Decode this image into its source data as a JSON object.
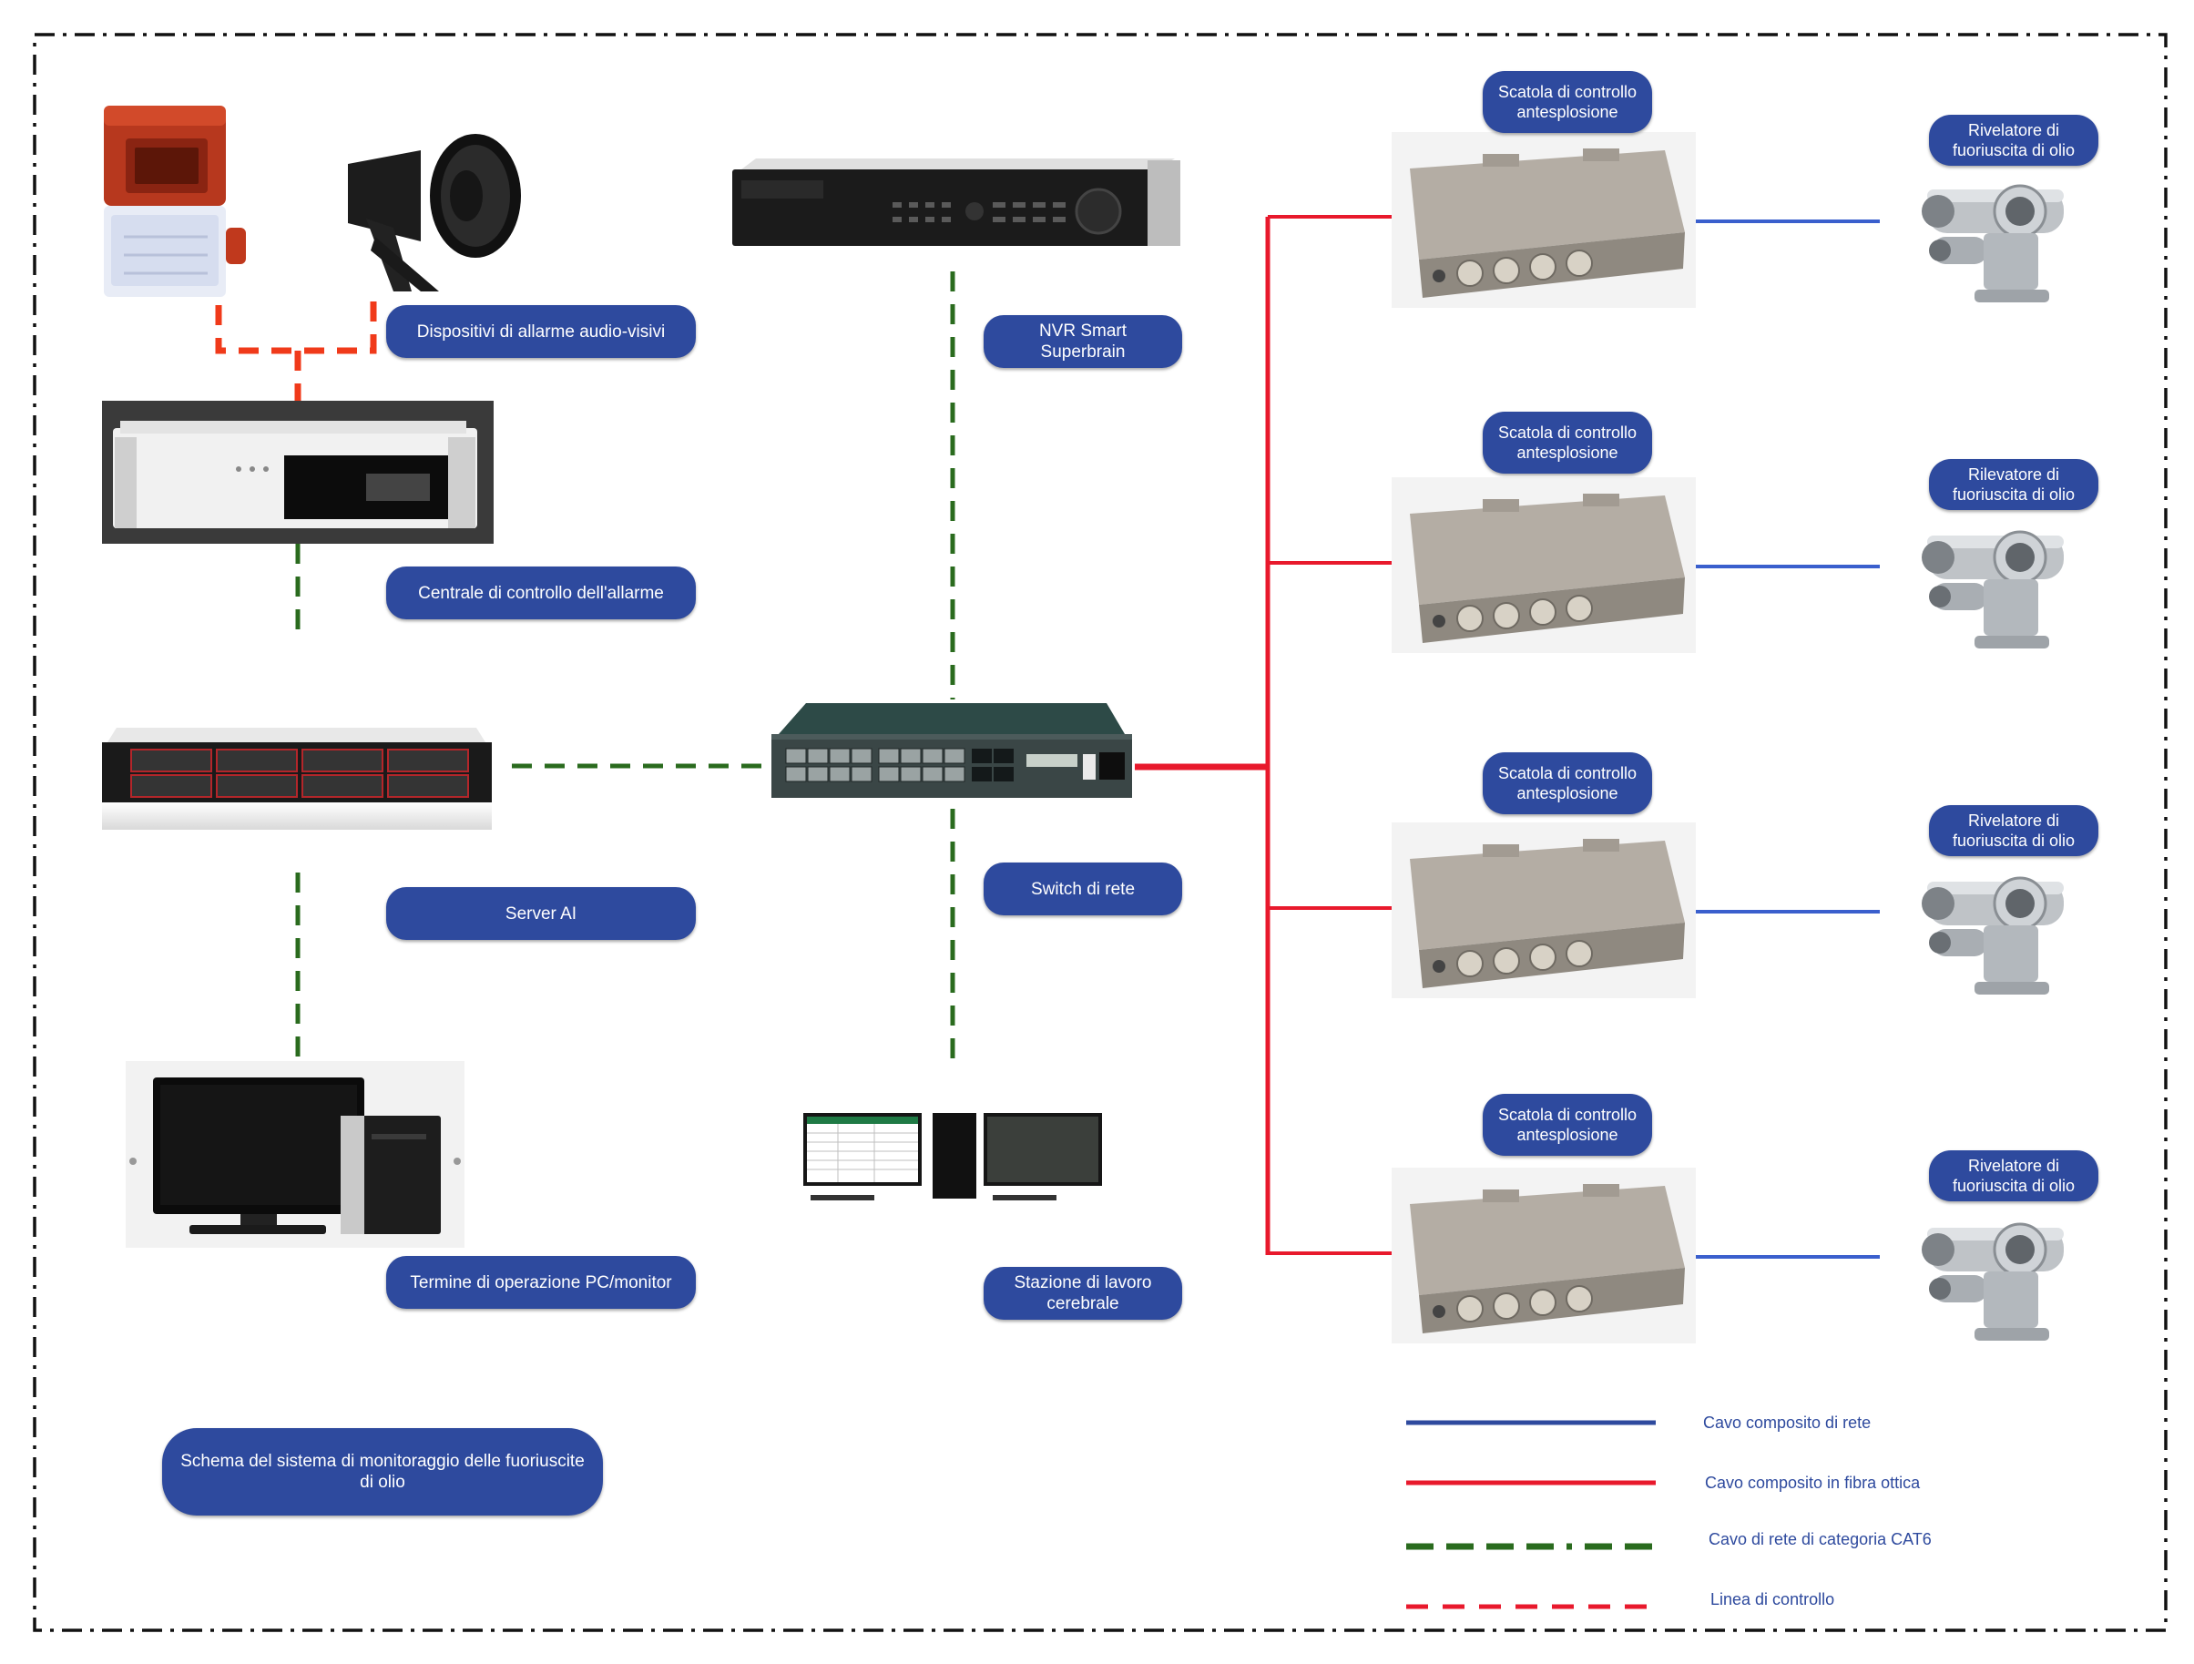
{
  "colors": {
    "label_bg": "#2e4a9e",
    "network_cable": "#3a5fcd",
    "fiber_cable": "#e8192c",
    "cat6_cable": "#2a6b1e",
    "control_line": "#e8192c",
    "alarm_control_line": "#f03a1a"
  },
  "labels": {
    "alarm_devices": "Dispositivi di allarme audio-visivi",
    "alarm_control": "Centrale di controllo dell'allarme",
    "ai_server": "Server AI",
    "pc_terminal": "Termine di operazione PC/monitor",
    "nvr": "NVR Smart Superbrain",
    "switch": "Switch di rete",
    "workstation": "Stazione di lavoro cerebrale",
    "diagram_title": "Schema del sistema di monitoraggio delle fuoriuscite di olio"
  },
  "junction_boxes": [
    "Scatola di controllo antesplosione",
    "Scatola di controllo antesplosione",
    "Scatola di controllo antesplosione",
    "Scatola di controllo antesplosione"
  ],
  "detectors": [
    "Rivelatore di fuoriuscita di olio",
    "Rilevatore di fuoriuscita di olio",
    "Rivelatore di fuoriuscita di olio",
    "Rivelatore di fuoriuscita di olio"
  ],
  "legend": [
    {
      "label": "Cavo composito di rete",
      "style": "solid",
      "color": "#2e4a9e"
    },
    {
      "label": "Cavo composito in fibra ottica",
      "style": "solid",
      "color": "#e8192c"
    },
    {
      "label": "Cavo di rete di categoria CAT6",
      "style": "dashed",
      "color": "#2a6b1e"
    },
    {
      "label": "Linea di controllo",
      "style": "dashed",
      "color": "#e8192c"
    }
  ],
  "icons": {
    "beacon": "alarm-beacon-icon",
    "horn": "horn-speaker-icon",
    "alarm_panel": "alarm-control-panel-icon",
    "server": "rack-server-icon",
    "pc": "desktop-pc-icon",
    "nvr": "nvr-recorder-icon",
    "switch": "network-switch-icon",
    "workstation": "workstation-icon",
    "junction_box": "junction-box-icon",
    "camera": "explosion-proof-camera-icon"
  }
}
